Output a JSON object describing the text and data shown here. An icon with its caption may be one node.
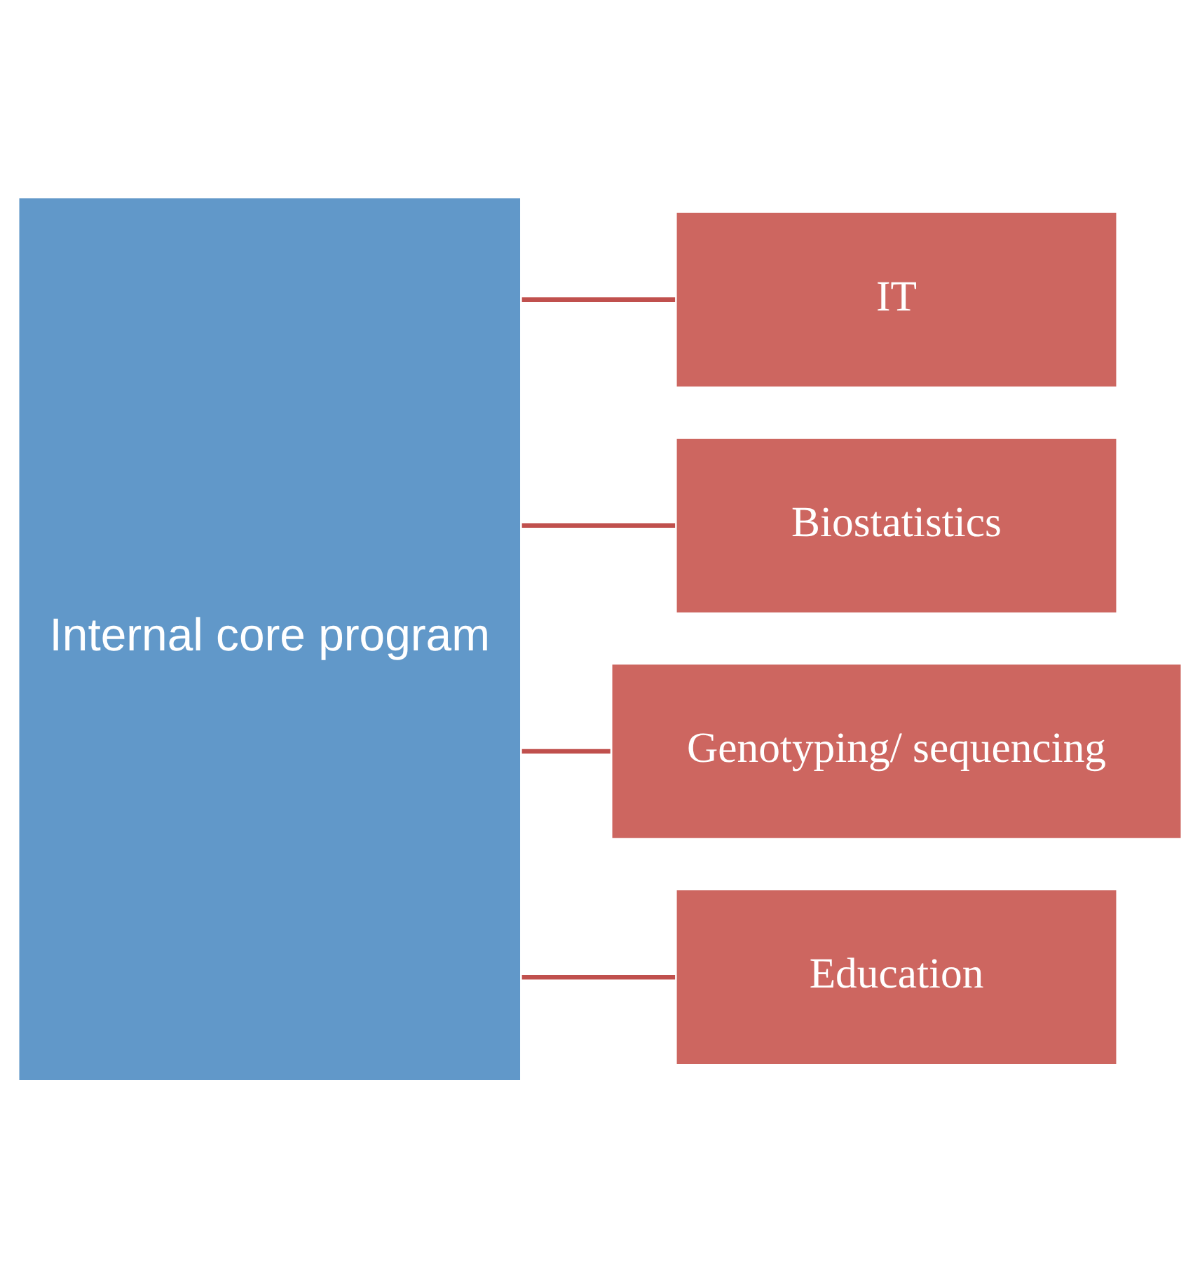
{
  "diagram": {
    "nodes": [
      {
        "text": [
          "Internal core program"
        ]
      },
      {
        "text": [
          "IT"
        ]
      },
      {
        "text": [
          "Biostatistics"
        ]
      },
      {
        "text": [
          "Genotyping/ sequencing"
        ]
      },
      {
        "text": [
          "Education"
        ]
      }
    ],
    "edges": [
      {
        "from": 0,
        "to": 1,
        "arrow": "none"
      },
      {
        "from": 0,
        "to": 2,
        "arrow": "none"
      },
      {
        "from": 0,
        "to": 3,
        "arrow": "none"
      },
      {
        "from": 0,
        "to": 4,
        "arrow": "none"
      }
    ]
  }
}
